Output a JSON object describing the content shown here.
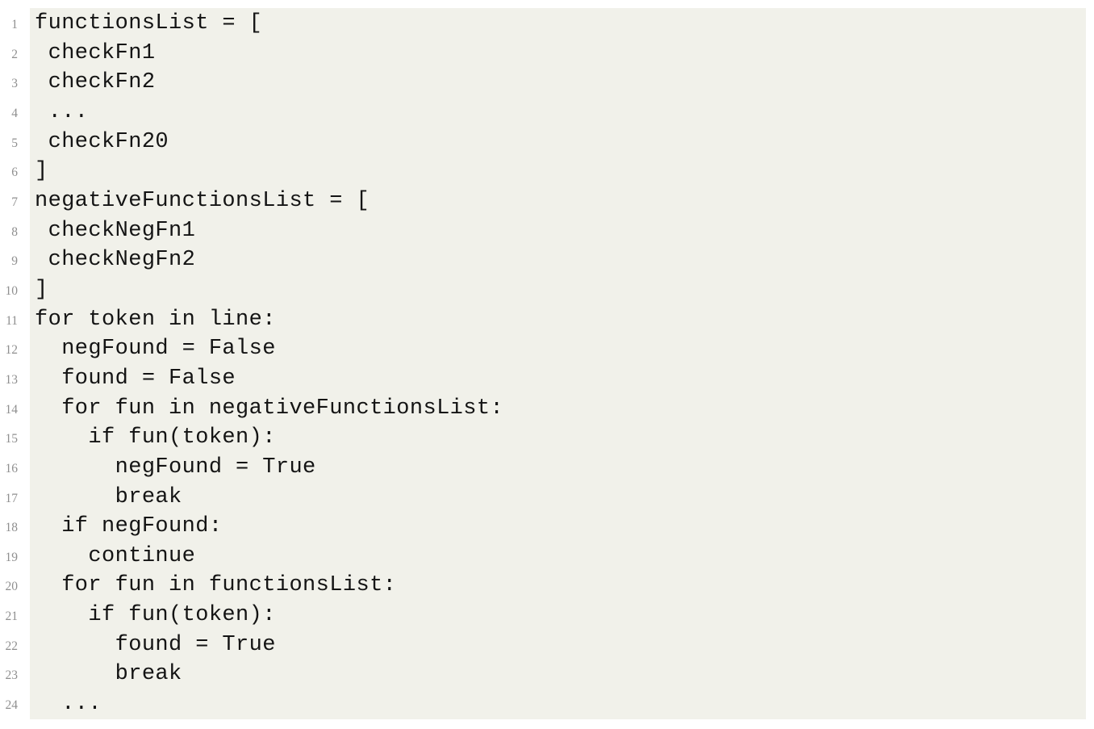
{
  "colors": {
    "page_background": "#ffffff",
    "listing_background": "#f1f1ea",
    "code_text": "#141414",
    "line_number_text": "#8f8f8f"
  },
  "listing": {
    "lines": [
      {
        "number": "1",
        "code": "functionsList = ["
      },
      {
        "number": "2",
        "code": " checkFn1"
      },
      {
        "number": "3",
        "code": " checkFn2"
      },
      {
        "number": "4",
        "code": " ..."
      },
      {
        "number": "5",
        "code": " checkFn20"
      },
      {
        "number": "6",
        "code": "]"
      },
      {
        "number": "7",
        "code": "negativeFunctionsList = ["
      },
      {
        "number": "8",
        "code": " checkNegFn1"
      },
      {
        "number": "9",
        "code": " checkNegFn2"
      },
      {
        "number": "10",
        "code": "]"
      },
      {
        "number": "11",
        "code": "for token in line:"
      },
      {
        "number": "12",
        "code": "  negFound = False"
      },
      {
        "number": "13",
        "code": "  found = False"
      },
      {
        "number": "14",
        "code": "  for fun in negativeFunctionsList:"
      },
      {
        "number": "15",
        "code": "    if fun(token):"
      },
      {
        "number": "16",
        "code": "      negFound = True"
      },
      {
        "number": "17",
        "code": "      break"
      },
      {
        "number": "18",
        "code": "  if negFound:"
      },
      {
        "number": "19",
        "code": "    continue"
      },
      {
        "number": "20",
        "code": "  for fun in functionsList:"
      },
      {
        "number": "21",
        "code": "    if fun(token):"
      },
      {
        "number": "22",
        "code": "      found = True"
      },
      {
        "number": "23",
        "code": "      break"
      },
      {
        "number": "24",
        "code": "  ..."
      }
    ]
  }
}
